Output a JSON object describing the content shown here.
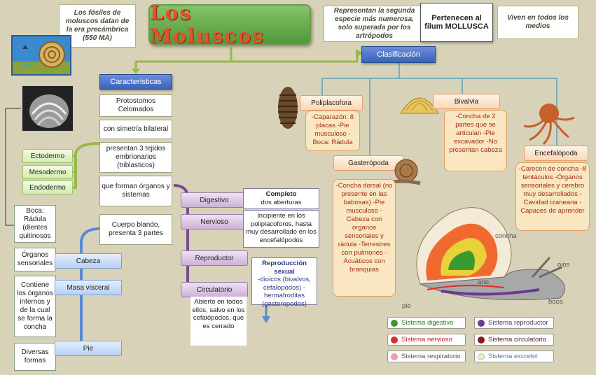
{
  "title": "Los Moluscos",
  "notes": {
    "fossils": "Los fósiles de moluscos datan de la era precámbrica (550 MA)",
    "second_species": "Representan la segunda especie más numerosa, solo superada por los artrópodos",
    "phylum": "Pertenecen al filum MOLLUSCA",
    "habitat": "Viven en todos los medios"
  },
  "headers": {
    "caracteristicas": "Características",
    "clasificacion": "Clasificación"
  },
  "caracteristicas": [
    "Protostomos Celomados",
    "con simetría bilateral",
    "presentan 3 tejidos embrionarios (triblasticos)",
    "que forman órganos y sistemas",
    "Cuerpo blando, presenta 3 partes"
  ],
  "tejidos": [
    "Ectodermo",
    "Mesodermo",
    "Endodermo"
  ],
  "partes": {
    "cabeza": "Cabeza",
    "masa_visceral": "Masa visceral",
    "pie": "Pie"
  },
  "partes_desc": {
    "cabeza": "Boca: Rádula (dientes quitinosos",
    "organos": "Órganos sensoriales",
    "masa": "Contiene los órganos internos y de la cual se forma la concha",
    "pie": "Diversas formas"
  },
  "sistemas": {
    "digestivo": "Digestivo",
    "nervioso": "Nervioso",
    "reproductor": "Reproductor",
    "circulatorio": "Circulatorio"
  },
  "sistemas_desc": {
    "digestivo_title": "Completo",
    "digestivo_body": "dos aberturas",
    "nervioso": "Incipiente en los poliplacoforos, hasta muy desarrollado en los encefalópodos",
    "reproductor_title": "Reproducción sexual",
    "reproductor_body": "-dioicos (bivalvos, cefalopodos) -hermafroditas (gasteropodos)",
    "circulatorio": "Abierto en todos ellos, salvo en los cefalópodos, que es cerrado"
  },
  "clases": {
    "poliplacofora": {
      "name": "Poliplacofora",
      "desc": "-Caparazón: 8 placas -Pie musculoso -Boca: Rádula"
    },
    "gasteropoda": {
      "name": "Gasterópoda",
      "desc": "-Concha dorsal (no presente en las babosas) -Pie musculoso -Cabeza con organos sensoriales y rádula -Terrestres con pulmones -Acuáticos con branquias"
    },
    "bivalvia": {
      "name": "Bivalvia",
      "desc": "-Concha de 2 partes que se articulan -Pie excavador -No presentan cabeza"
    },
    "encefalopoda": {
      "name": "Encefalópoda",
      "desc": "-Carecen de concha -8 tentáculos -Órganos sensoriales y cerebro muy desarrollados -Cavidad craneana -Capaces de aprender"
    }
  },
  "snail_labels": {
    "concha": "concha",
    "ojos": "ojos",
    "ano": "ano",
    "boca": "boca",
    "pie": "pie"
  },
  "legend": [
    {
      "label": "Sistema digestivo",
      "color": "#3a9a30",
      "text_color": "#2a7a20"
    },
    {
      "label": "Sistema reproductor",
      "color": "#6a3a90",
      "text_color": "#4a3a6a"
    },
    {
      "label": "Sistema nervioso",
      "color": "#e02a2a",
      "text_color": "#c02020"
    },
    {
      "label": "Sistema circulatorio",
      "color": "#8a1a1a",
      "text_color": "#5a1a1a"
    },
    {
      "label": "Sistema respiratorio",
      "color": "#e8a0b0",
      "text_color": "#555555"
    },
    {
      "label": "Sistema excretor",
      "color": "#e8f0c0",
      "text_color": "#4a7ab0"
    }
  ],
  "colors": {
    "background": "#d8d3b8",
    "title_text": "#e8502a",
    "header_blue": "#3a62b8",
    "connector_green": "#9ab84a",
    "connector_purple": "#7a4a8a",
    "connector_blue": "#5a8ad0",
    "connector_teal": "#5aa0b8"
  }
}
